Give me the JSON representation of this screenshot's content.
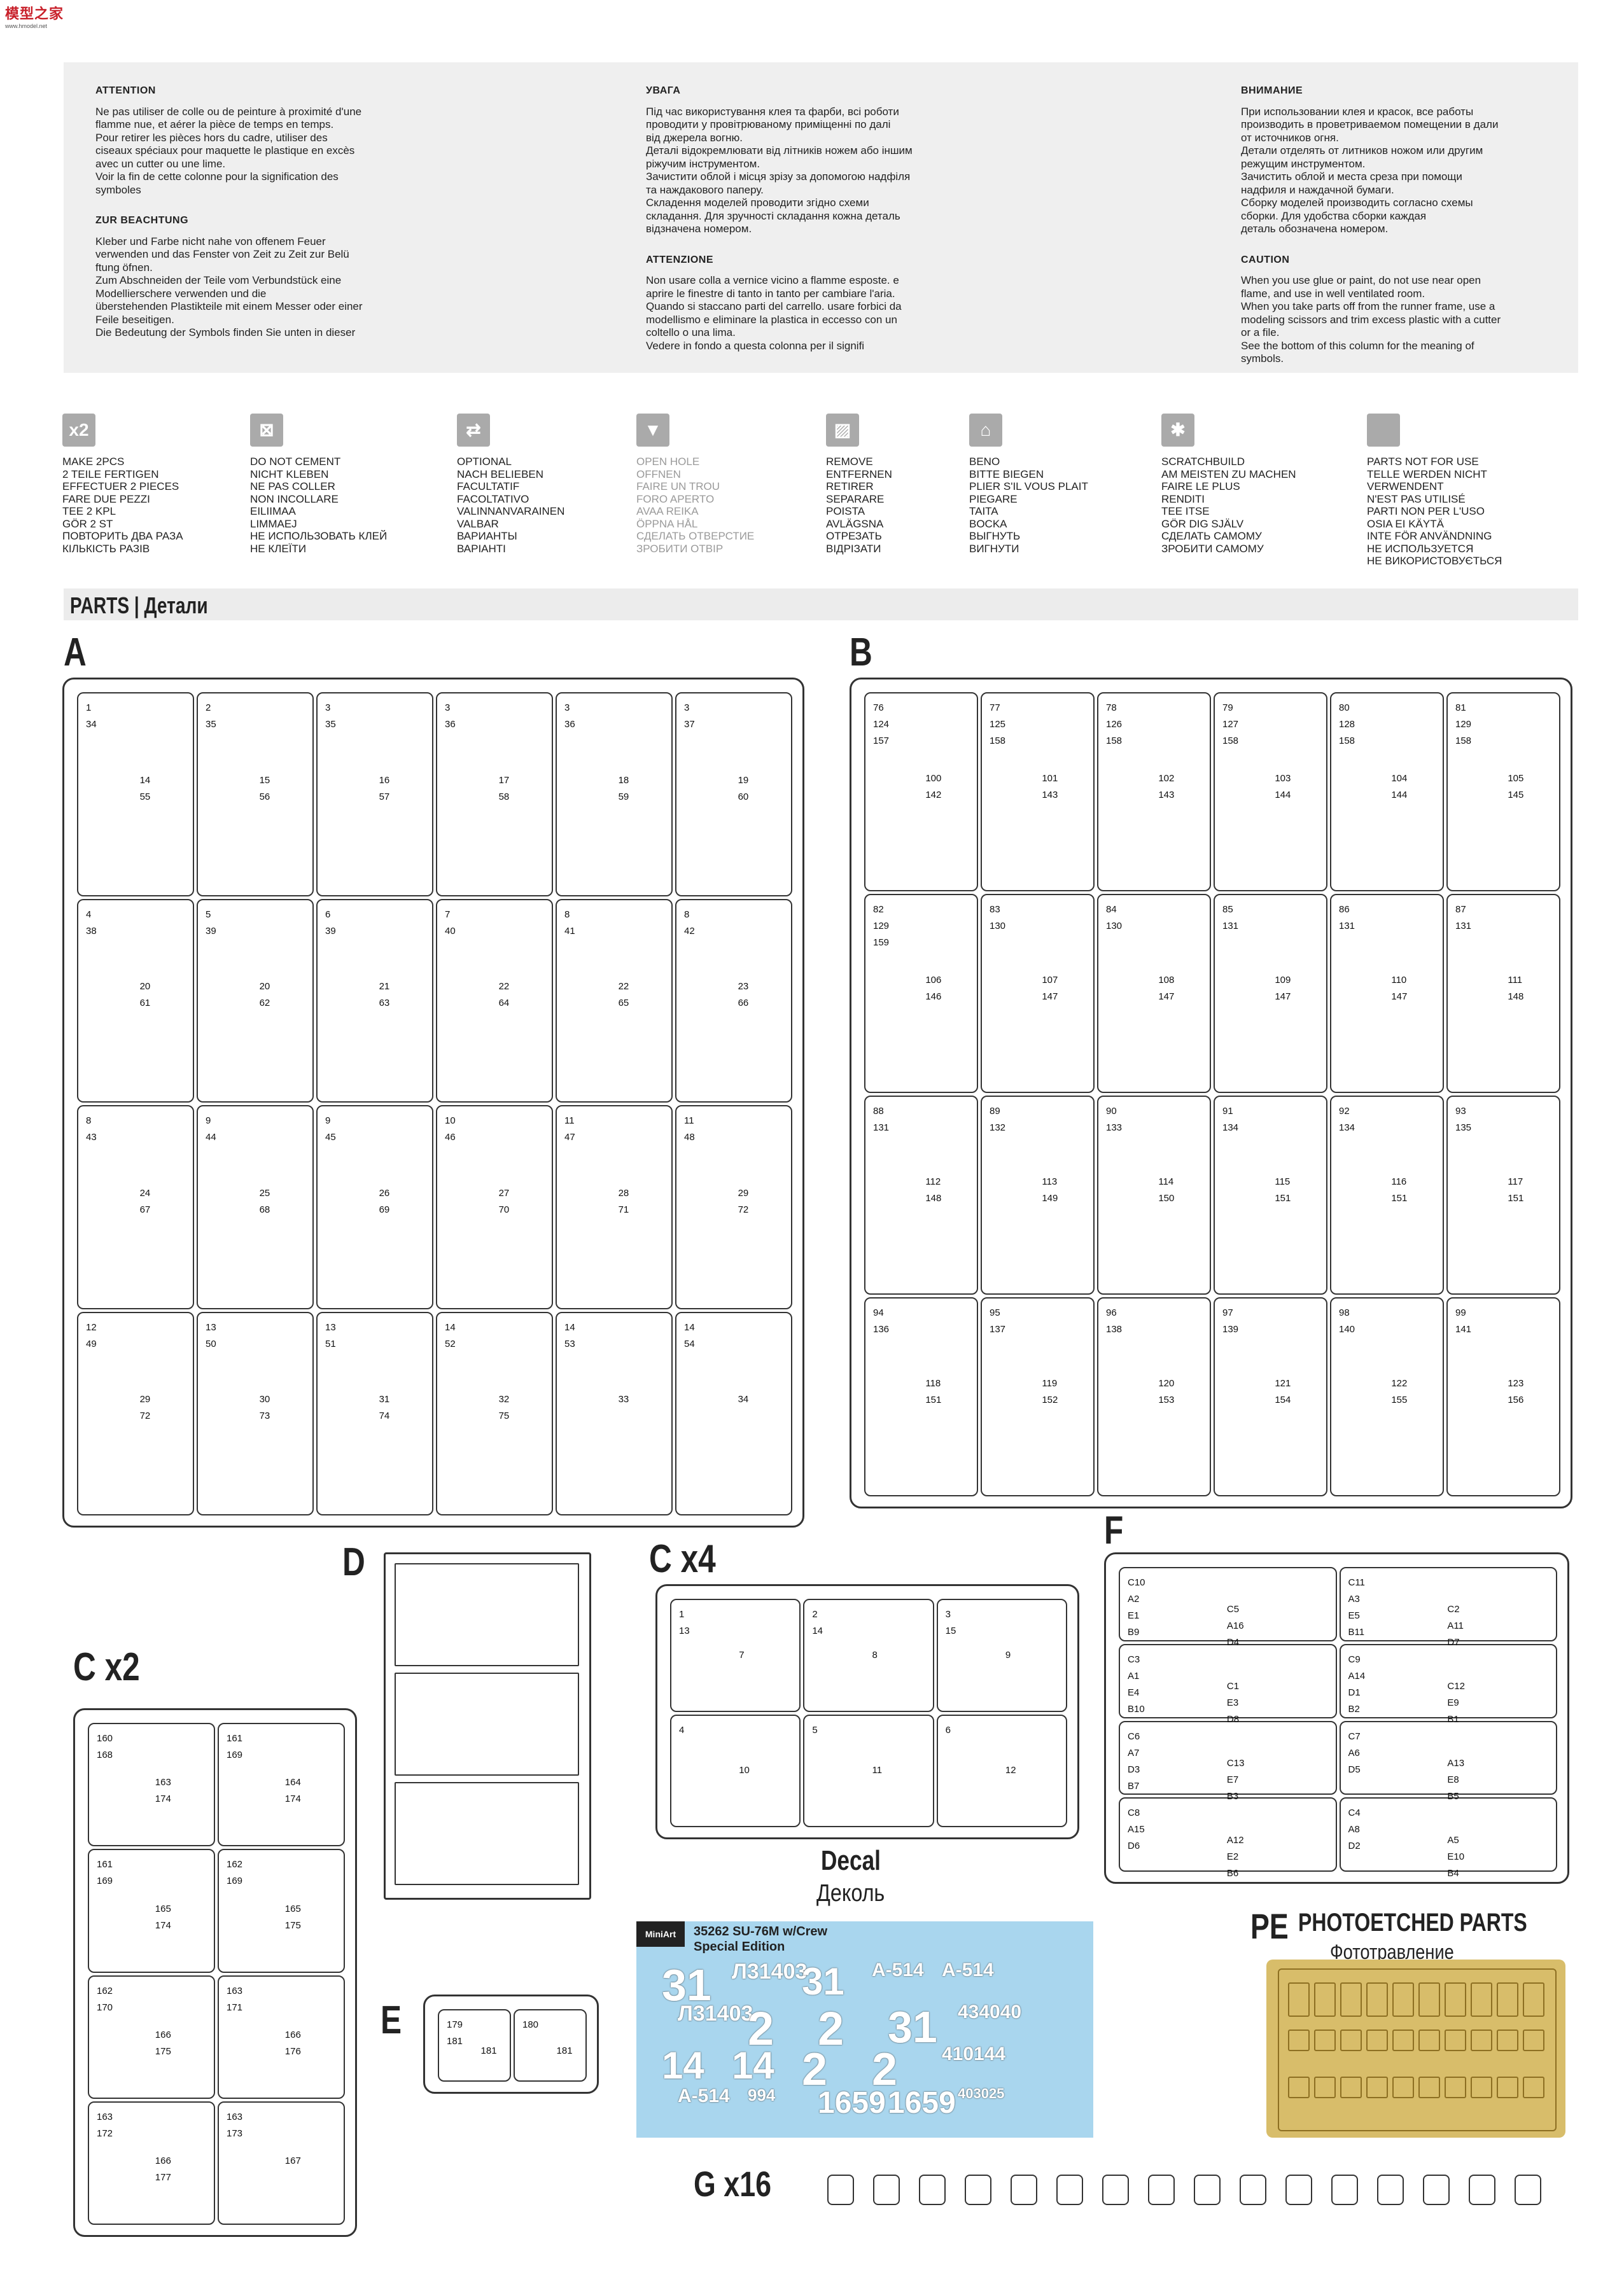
{
  "watermark": {
    "line1": "模型之家",
    "line2": "www.hmodel.net"
  },
  "warnings": {
    "fr": {
      "title": "ATTENTION",
      "body": "Ne pas utiliser de colle ou de peinture à proximité d'une\nflamme nue, et aérer la pièce de temps en temps.\nPour retirer les pièces hors du cadre, utiliser des\nciseaux spéciaux pour maquette le plastique en excès\navec un cutter ou une lime.\nVoir la fin de cette colonne pour la signification des\nsymboles"
    },
    "de": {
      "title": "ZUR BEACHTUNG",
      "body": "Kleber und Farbe nicht nahe von offenem Feuer\nverwenden und das Fenster von Zeit zu Zeit zur Belü\nftung öfnen.\nZum Abschneiden der Teile vom Verbundstück eine\nModellierschere verwenden und die\nüberstehenden Plastikteile mit einem Messer oder einer\nFeile beseitigen.\nDie Bedeutung der Symbols finden Sie unten in dieser"
    },
    "ua": {
      "title": "УВАГА",
      "body": "Під час використування клея та фарби, всі роботи\nпроводити у провітрюваному приміщенні по далі\nвід джерела вогню.\nДеталі відокремлювати від літників ножем або іншим\nріжучим інструментом.\nЗачистити облой і місця зрізу за допомогою надфіля\nта наждакового паперу.\nСкладення моделей проводити згідно схеми\nскладання. Для зручності складання кожна деталь\nвідзначена номером."
    },
    "it": {
      "title": "ATTENZIONE",
      "body": "Non usare colla a vernice vicino a flamme esposte. e\naprire le finestre di tanto in tanto per cambiare l'aria.\nQuando si staccano parti del carrello. usare forbici da\nmodellismo e eliminare la plastica in eccesso con un\ncoltello o una lima.\nVedere in fondo a questa colonna per il signifi"
    },
    "ru": {
      "title": "ВНИМАНИЕ",
      "body": "При использовании клея и красок, все работы\nпроизводить в проветриваемом помещении в дали\nот источников огня.\nДетали отделять от литников ножом или другим\nрежущим инструментом.\nЗачистить облой и места среза при помощи\nнадфиля и наждачной бумаги.\nСборку моделей производить согласно схемы\nсборки. Для удобства сборки каждая\nдеталь обозначена номером."
    },
    "en": {
      "title": "CAUTION",
      "body": "When you use glue or paint, do not use near open\nflame, and use in well ventilated room.\nWhen you take parts off from the runner frame, use a\nmodeling scissors and trim excess plastic with a cutter\nor a file.\nSee the bottom of this column for the meaning of\nsymbols."
    }
  },
  "symbols": [
    {
      "icon": "make-2pcs-icon",
      "glyph": "x2",
      "lines": "MAKE 2pcs\n2 TEILE FERTIGEN\nEFFECTUER 2 PIECES\nFARE DUE PEZZI\nTEE 2 KPL\nGÖR 2 ST\nПОВТОРИТЬ ДВА РАЗА\nКІЛЬКІСТЬ РАЗІВ"
    },
    {
      "icon": "do-not-cement-icon",
      "glyph": "⊠",
      "lines": "DO NOT CEMENT\nNICHT KLEBEN\nNE PAS COLLER\nNON INCOLLARE\nEILIIMAA\nLIMMAEJ\nНЕ ИСПОЛЬЗОВАТЬ КЛЕЙ\nНЕ КЛЕЇТИ"
    },
    {
      "icon": "optional-icon",
      "glyph": "⇄",
      "lines": "OPTIONAL\nNACH BELIEBEN\nFACULTATIF\nFACOLTATIVO\nVALINNANVARAINEN\nVALBAR\nВАРИАНТЫ\nВАРІАНТІ"
    },
    {
      "icon": "open-hole-icon",
      "glyph": "▼",
      "lines": "OPEN HOLE\nOFFNEN\nFAIRE UN TROU\nFORO APERTO\nAVAA REIKA\nÖPPNA HÅL\nСДЕЛАТЬ ОТВЕРСТИЕ\nЗРОБИТИ ОТВІР"
    },
    {
      "icon": "remove-icon",
      "glyph": "▨",
      "lines": "REMOVE\nENTFERNEN\nRETIRER\nSEPARARE\nPOISTA\nAVLÄGSNA\nОТРЕЗАТЬ\nВІДРІЗАТИ"
    },
    {
      "icon": "bend-icon",
      "glyph": "⌂",
      "lines": "BENO\nBITTE BIEGEN\nPLIER S'IL VOUS PLAIT\nPIEGARE\nTAITA\nBOCKA\nВЫГНУТЬ\nВИГНУТИ"
    },
    {
      "icon": "scratchbuild-icon",
      "glyph": "✱",
      "lines": "SCRATCHBUILD\nAM MEISTEN ZU MACHEN\nFAIRE LE PLUS\nRENDITI\nTEE ITSE\nGÖR DIG SJÄLV\nСДЕЛАТЬ САМОМУ\nЗРОБИТИ САМОМУ"
    },
    {
      "icon": "parts-not-for-use-icon",
      "glyph": "",
      "lines": "PARTS NOT FOR USE\nTELLE WERDEN NICHT VERWENDENT\nN'EST PAS UTILISÉ\nPARTI NON PER L'USO\nOSIA EI KÄYTÄ\nINTE FÖR ANVÄNDNING\nНЕ ИСПОЛЬЗУЕТСЯ\nНЕ ВИКОРИСТОВУЄТЬСЯ"
    }
  ],
  "parts_header": "PARTS | Детали",
  "sprues": {
    "A": {
      "label": "A",
      "numbers": [
        "1",
        "2",
        "3",
        "3",
        "3",
        "3",
        "4",
        "5",
        "6",
        "7",
        "8",
        "8",
        "8",
        "9",
        "9",
        "10",
        "11",
        "11",
        "12",
        "13",
        "13",
        "14",
        "14",
        "14",
        "14",
        "15",
        "16",
        "17",
        "18",
        "19",
        "20",
        "20",
        "21",
        "22",
        "22",
        "23",
        "24",
        "25",
        "26",
        "27",
        "28",
        "29",
        "29",
        "30",
        "31",
        "32",
        "33",
        "34",
        "34",
        "35",
        "35",
        "36",
        "36",
        "37",
        "38",
        "39",
        "39",
        "40",
        "41",
        "42",
        "43",
        "44",
        "45",
        "46",
        "47",
        "48",
        "49",
        "50",
        "51",
        "52",
        "53",
        "54",
        "55",
        "56",
        "57",
        "58",
        "59",
        "60",
        "61",
        "62",
        "63",
        "64",
        "65",
        "66",
        "67",
        "68",
        "69",
        "70",
        "71",
        "72",
        "72",
        "73",
        "74",
        "75"
      ]
    },
    "B": {
      "label": "B",
      "numbers": [
        "76",
        "77",
        "78",
        "79",
        "80",
        "81",
        "82",
        "83",
        "84",
        "85",
        "86",
        "87",
        "88",
        "89",
        "90",
        "91",
        "92",
        "93",
        "94",
        "95",
        "96",
        "97",
        "98",
        "99",
        "100",
        "101",
        "102",
        "103",
        "104",
        "105",
        "106",
        "107",
        "108",
        "109",
        "110",
        "111",
        "112",
        "113",
        "114",
        "115",
        "116",
        "117",
        "118",
        "119",
        "120",
        "121",
        "122",
        "123",
        "124",
        "125",
        "126",
        "127",
        "128",
        "129",
        "129",
        "130",
        "130",
        "131",
        "131",
        "131",
        "131",
        "132",
        "133",
        "134",
        "134",
        "135",
        "136",
        "137",
        "138",
        "139",
        "140",
        "141",
        "142",
        "143",
        "143",
        "144",
        "144",
        "145",
        "146",
        "147",
        "147",
        "147",
        "147",
        "148",
        "148",
        "149",
        "150",
        "151",
        "151",
        "151",
        "151",
        "152",
        "153",
        "154",
        "155",
        "156",
        "157",
        "158",
        "158",
        "158",
        "158",
        "158",
        "159"
      ]
    },
    "C2": {
      "label": "C x2",
      "numbers": [
        "160",
        "161",
        "161",
        "162",
        "162",
        "163",
        "163",
        "163",
        "163",
        "164",
        "165",
        "165",
        "166",
        "166",
        "166",
        "167",
        "168",
        "169",
        "169",
        "169",
        "170",
        "171",
        "172",
        "173",
        "174",
        "174",
        "174",
        "175",
        "175",
        "176",
        "177"
      ]
    },
    "C4": {
      "label": "C x4",
      "numbers": [
        "1",
        "2",
        "3",
        "4",
        "5",
        "6",
        "7",
        "8",
        "9",
        "10",
        "11",
        "12",
        "13",
        "14",
        "15"
      ]
    },
    "D": {
      "label": "D"
    },
    "E": {
      "label": "E",
      "numbers": [
        "179",
        "180",
        "181",
        "181",
        "181"
      ]
    },
    "F": {
      "label": "F",
      "numbers": [
        "C10",
        "C11",
        "C3",
        "C9",
        "C6",
        "C7",
        "C8",
        "C4",
        "C5",
        "C2",
        "C1",
        "C12",
        "C13",
        "A13",
        "A12",
        "A5",
        "A2",
        "A3",
        "A1",
        "A14",
        "A7",
        "A6",
        "A15",
        "A8",
        "A16",
        "A11",
        "E3",
        "E9",
        "E7",
        "E8",
        "E2",
        "E10",
        "E1",
        "E5",
        "E4",
        "D1",
        "D3",
        "D5",
        "D6",
        "D2",
        "D4",
        "D7",
        "D8",
        "B1",
        "B3",
        "B5",
        "B6",
        "B4",
        "B9",
        "B11",
        "B10",
        "B2",
        "B7"
      ]
    },
    "G": {
      "label": "G x16"
    }
  },
  "decal": {
    "heading": "Decal",
    "heading_ru": "Деколь",
    "brand": "MiniArt",
    "title": "35262 SU-76M w/Crew\nSpecial Edition",
    "markings": [
      "31",
      "Л31403",
      "31",
      "А-514",
      "А-514",
      "Л31403",
      "2",
      "2",
      "31",
      "434040",
      "14",
      "14",
      "2",
      "2",
      "410144",
      "А-514",
      "994",
      "1659",
      "1659",
      "403025"
    ]
  },
  "pe": {
    "heading": "PHOTOETCHED PARTS",
    "heading_ru": "Фототравление",
    "code": "PE"
  }
}
